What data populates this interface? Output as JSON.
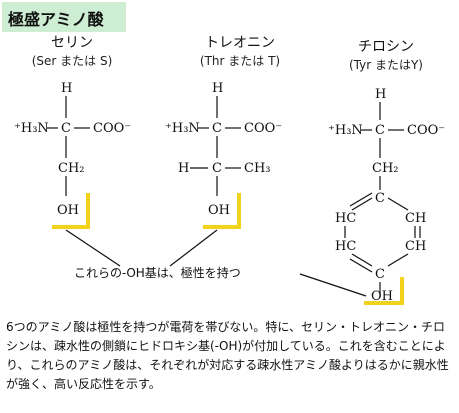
{
  "header": {
    "title": "極盛アミノ酸"
  },
  "amino_acids": [
    {
      "name": "セリン",
      "code": "(Ser または S)",
      "side_chain": [
        "CH₂",
        "OH"
      ]
    },
    {
      "name": "トレオニン",
      "code": "(Thr または T)",
      "side_chain": [
        "H",
        "C",
        "CH₃",
        "OH"
      ]
    },
    {
      "name": "チロシン",
      "code": "(Tyr またはY)",
      "side_chain": [
        "CH₂",
        "HC",
        "C",
        "CH",
        "HC",
        "CH",
        "C",
        "OH"
      ]
    }
  ],
  "backbone": {
    "h": "H",
    "amine": "⁺H₃N",
    "alpha_c": "C",
    "carboxyl": "COO⁻"
  },
  "callout": "これらの-OH基は、極性を持つ",
  "description": "6つのアミノ酸は極性を持つが電荷を帯びない。特に、セリン・トレオニン・チロシンは、疎水性の側鎖にヒドロキシ基(-OH)が付加している。これを含むことにより、これらのアミノ酸は、それぞれが対応する疎水性アミノ酸よりはるかに親水性が強く、高い反応性を示す。",
  "colors": {
    "title_bg": "#cdeed3",
    "highlight": "#f2d21b"
  }
}
